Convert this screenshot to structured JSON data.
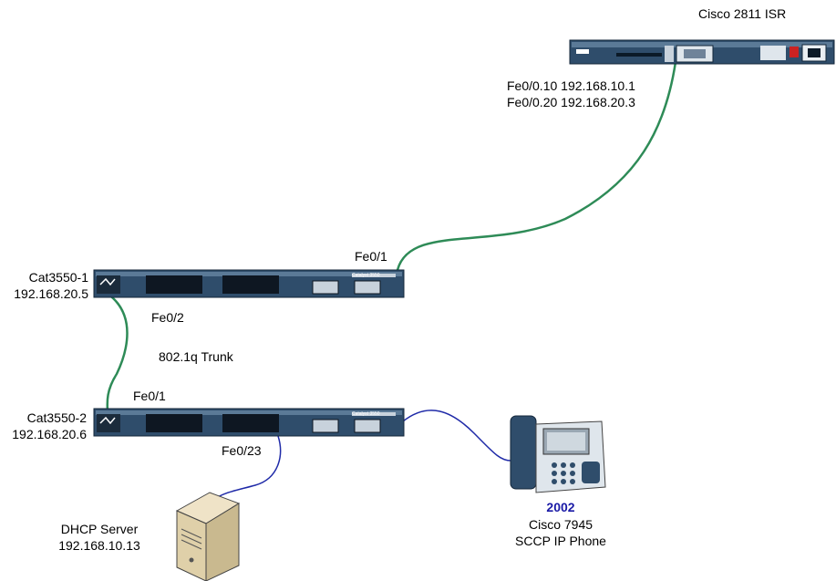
{
  "router": {
    "name": "Cisco 2811 ISR",
    "interfaces": [
      "Fe0/0.10 192.168.10.1",
      "Fe0/0.20 192.168.20.3"
    ]
  },
  "switch1": {
    "name": "Cat3550-1",
    "ip": "192.168.20.5",
    "port_uplink": "Fe0/1",
    "port_trunk": "Fe0/2"
  },
  "trunk": {
    "label": "802.1q Trunk"
  },
  "switch2": {
    "name": "Cat3550-2",
    "ip": "192.168.20.6",
    "port_trunk": "Fe0/1",
    "port_server": "Fe0/23",
    "model_text": "Catalyst 3550"
  },
  "server": {
    "name": "DHCP Server",
    "ip": "192.168.10.13"
  },
  "phone": {
    "extension": "2002",
    "model": "Cisco 7945",
    "type": "SCCP IP Phone"
  },
  "colors": {
    "trunk_link": "#2e8b57",
    "access_link": "#1f2aa8",
    "device_body": "#2f4d6b",
    "extension": "#1a1aa6"
  }
}
